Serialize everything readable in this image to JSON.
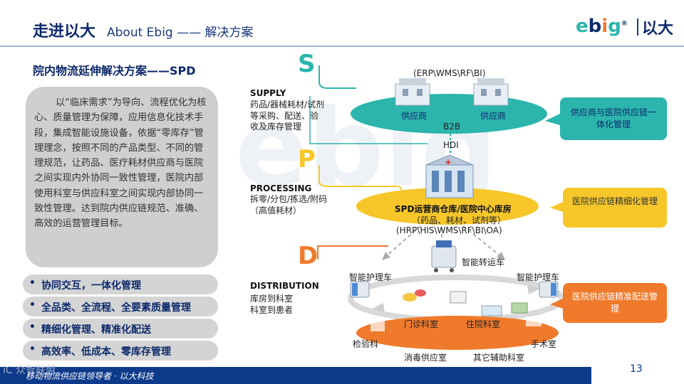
{
  "header": {
    "title": "走进以大",
    "subtitle": "About Ebig —— 解决方案",
    "logo_text_en": "ebig",
    "logo_text_cn": "以大"
  },
  "section": {
    "title": "院内物流延伸解决方案——SPD",
    "description": "以“临床需求”为导向、流程优化为核心、质量管理为保障，应用信息化技术手段，集成智能设施设备，依据“零库存”管理理念，按照不同的产品类型、不同的管理规范，让药品、医疗耗材供应商与医院之间实现内外协同一致性管理，医院内部使用科室与供应科室之间实现内部协同一致性管理。达到院内供应链规范、准确、高效的运营管理目标。",
    "bullets": [
      "协同交互，一体化管理",
      "全品类、全流程、全要素质量管理",
      "精细化管理、精准化配送",
      "高效率、低成本、零库存管理"
    ]
  },
  "diagram": {
    "supply": {
      "letter": "S",
      "title": "SUPPLY",
      "desc": "药品/器械耗材/试剂等采购、配送、验收及库存管理",
      "systems": "(ERP\\WMS\\RF\\BI)",
      "supplier_left": "供应商",
      "supplier_right": "供应商",
      "link_b2b": "B2B",
      "link_hdi": "HDI",
      "callout": "供应商与医院供应链一体化管理"
    },
    "processing": {
      "letter": "P",
      "title": "PROCESSING",
      "desc": "拆零/分包/拣选/附码（高值耗材）",
      "warehouse_line1": "SPD运营商仓库/医院中心库房",
      "warehouse_line2": "（药品、耗材、试剂等）",
      "systems": "(HRP\\HIS\\WMS\\RF\\BI\\OA)",
      "callout": "医院供应链精细化管理"
    },
    "distribution": {
      "letter": "D",
      "title": "DISTRIBUTION",
      "desc_line1": "库房到科室",
      "desc_line2": "科室到患者",
      "robot": "智能转运车",
      "cart_left": "智能护理车",
      "cart_right": "智能护理车",
      "dept_outpatient": "门诊科室",
      "dept_inpatient": "住院科室",
      "dept_lab": "检验科",
      "dept_surgery": "手术室",
      "dept_disinfection": "消毒供应室",
      "dept_other": "其它辅助科室",
      "callout": "医院供应链精准配送管理"
    }
  },
  "footer": {
    "text": "移动物流供应链领导者  ·  以大科技",
    "watermark": "iC 众智联盟",
    "page_number": "13"
  },
  "colors": {
    "brand_navy": "#0d2a6b",
    "teal": "#2bb5ad",
    "orange": "#f07a2b",
    "yellow": "#f7c72a",
    "footer_blue": "#0d3a8a"
  }
}
